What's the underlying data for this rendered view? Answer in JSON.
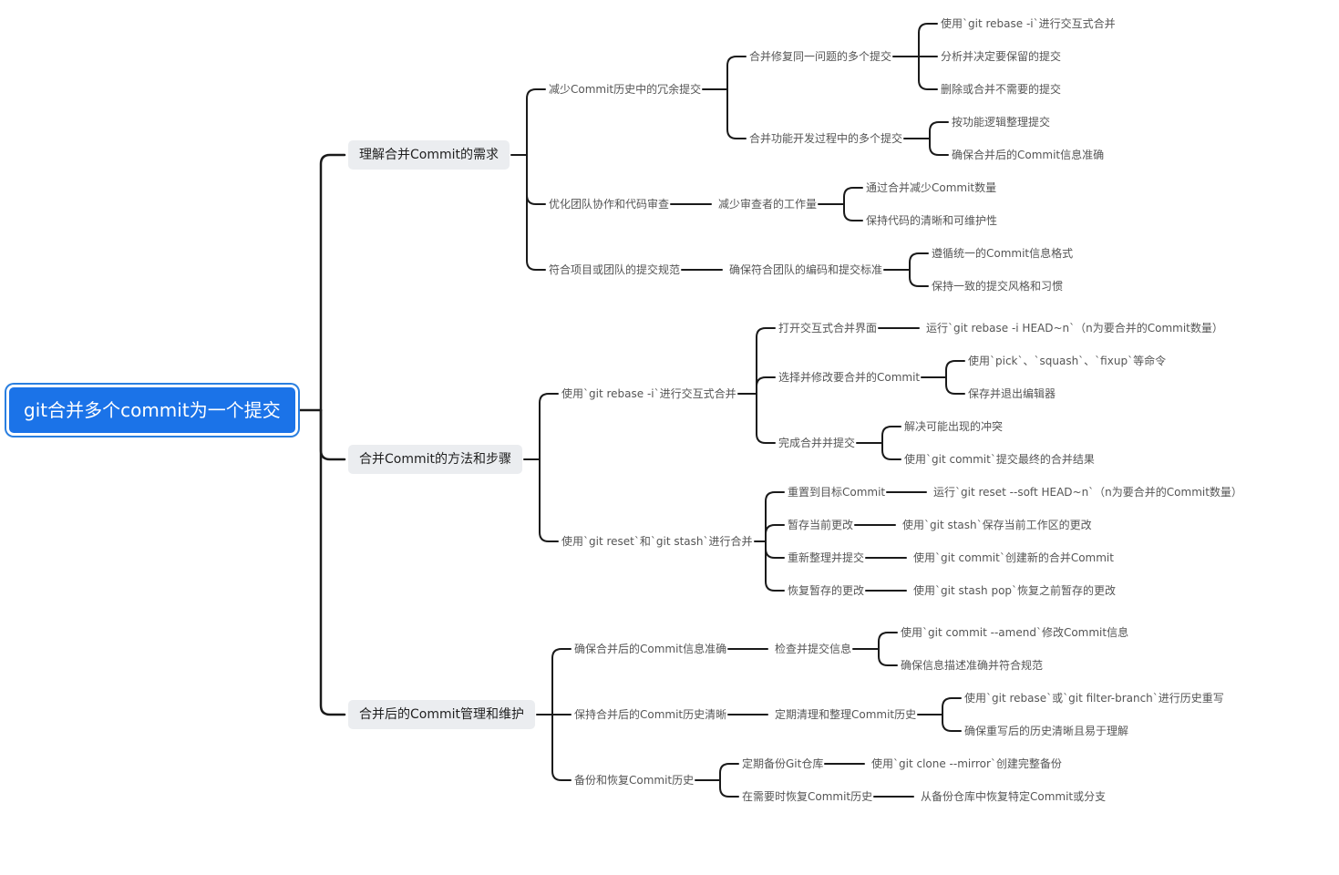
{
  "mindmap": {
    "id": "root",
    "text": "git合并多个commit为一个提交",
    "children": [
      {
        "id": "n1",
        "text": "理解合并Commit的需求",
        "children": [
          {
            "id": "n1a",
            "text": "减少Commit历史中的冗余提交",
            "children": [
              {
                "id": "n1a1",
                "text": "合并修复同一问题的多个提交",
                "children": [
                  {
                    "id": "n1a1a",
                    "text": "使用`git rebase -i`进行交互式合并"
                  },
                  {
                    "id": "n1a1b",
                    "text": "分析并决定要保留的提交"
                  },
                  {
                    "id": "n1a1c",
                    "text": "删除或合并不需要的提交"
                  }
                ]
              },
              {
                "id": "n1a2",
                "text": "合并功能开发过程中的多个提交",
                "children": [
                  {
                    "id": "n1a2a",
                    "text": "按功能逻辑整理提交"
                  },
                  {
                    "id": "n1a2b",
                    "text": "确保合并后的Commit信息准确"
                  }
                ]
              }
            ]
          },
          {
            "id": "n1b",
            "text": "优化团队协作和代码审查",
            "children": [
              {
                "id": "n1b1",
                "text": "减少审查者的工作量",
                "children": [
                  {
                    "id": "n1b1a",
                    "text": "通过合并减少Commit数量"
                  },
                  {
                    "id": "n1b1b",
                    "text": "保持代码的清晰和可维护性"
                  }
                ]
              }
            ]
          },
          {
            "id": "n1c",
            "text": "符合项目或团队的提交规范",
            "children": [
              {
                "id": "n1c1",
                "text": "确保符合团队的编码和提交标准",
                "children": [
                  {
                    "id": "n1c1a",
                    "text": "遵循统一的Commit信息格式"
                  },
                  {
                    "id": "n1c1b",
                    "text": "保持一致的提交风格和习惯"
                  }
                ]
              }
            ]
          }
        ]
      },
      {
        "id": "n2",
        "text": "合并Commit的方法和步骤",
        "children": [
          {
            "id": "n2a",
            "text": "使用`git rebase -i`进行交互式合并",
            "children": [
              {
                "id": "n2a1",
                "text": "打开交互式合并界面",
                "children": [
                  {
                    "id": "n2a1a",
                    "text": "运行`git rebase -i HEAD~n`（n为要合并的Commit数量）"
                  }
                ]
              },
              {
                "id": "n2a2",
                "text": "选择并修改要合并的Commit",
                "children": [
                  {
                    "id": "n2a2a",
                    "text": "使用`pick`、`squash`、`fixup`等命令"
                  },
                  {
                    "id": "n2a2b",
                    "text": "保存并退出编辑器"
                  }
                ]
              },
              {
                "id": "n2a3",
                "text": "完成合并并提交",
                "children": [
                  {
                    "id": "n2a3a",
                    "text": "解决可能出现的冲突"
                  },
                  {
                    "id": "n2a3b",
                    "text": "使用`git commit`提交最终的合并结果"
                  }
                ]
              }
            ]
          },
          {
            "id": "n2b",
            "text": "使用`git reset`和`git stash`进行合并",
            "children": [
              {
                "id": "n2b1",
                "text": "重置到目标Commit",
                "children": [
                  {
                    "id": "n2b1a",
                    "text": "运行`git reset --soft HEAD~n`（n为要合并的Commit数量）"
                  }
                ]
              },
              {
                "id": "n2b2",
                "text": "暂存当前更改",
                "children": [
                  {
                    "id": "n2b2a",
                    "text": "使用`git stash`保存当前工作区的更改"
                  }
                ]
              },
              {
                "id": "n2b3",
                "text": "重新整理并提交",
                "children": [
                  {
                    "id": "n2b3a",
                    "text": "使用`git commit`创建新的合并Commit"
                  }
                ]
              },
              {
                "id": "n2b4",
                "text": "恢复暂存的更改",
                "children": [
                  {
                    "id": "n2b4a",
                    "text": "使用`git stash pop`恢复之前暂存的更改"
                  }
                ]
              }
            ]
          }
        ]
      },
      {
        "id": "n3",
        "text": "合并后的Commit管理和维护",
        "children": [
          {
            "id": "n3a",
            "text": "确保合并后的Commit信息准确",
            "children": [
              {
                "id": "n3a1",
                "text": "检查并提交信息",
                "children": [
                  {
                    "id": "n3a1a",
                    "text": "使用`git commit --amend`修改Commit信息"
                  },
                  {
                    "id": "n3a1b",
                    "text": "确保信息描述准确并符合规范"
                  }
                ]
              }
            ]
          },
          {
            "id": "n3b",
            "text": "保持合并后的Commit历史清晰",
            "children": [
              {
                "id": "n3b1",
                "text": "定期清理和整理Commit历史",
                "children": [
                  {
                    "id": "n3b1a",
                    "text": "使用`git rebase`或`git filter-branch`进行历史重写"
                  },
                  {
                    "id": "n3b1b",
                    "text": "确保重写后的历史清晰且易于理解"
                  }
                ]
              }
            ]
          },
          {
            "id": "n3c",
            "text": "备份和恢复Commit历史",
            "children": [
              {
                "id": "n3c1",
                "text": "定期备份Git仓库",
                "children": [
                  {
                    "id": "n3c1a",
                    "text": "使用`git clone --mirror`创建完整备份"
                  }
                ]
              },
              {
                "id": "n3c2",
                "text": "在需要时恢复Commit历史",
                "children": [
                  {
                    "id": "n3c2a",
                    "text": "从备份仓库中恢复特定Commit或分支"
                  }
                ]
              }
            ]
          }
        ]
      }
    ]
  }
}
